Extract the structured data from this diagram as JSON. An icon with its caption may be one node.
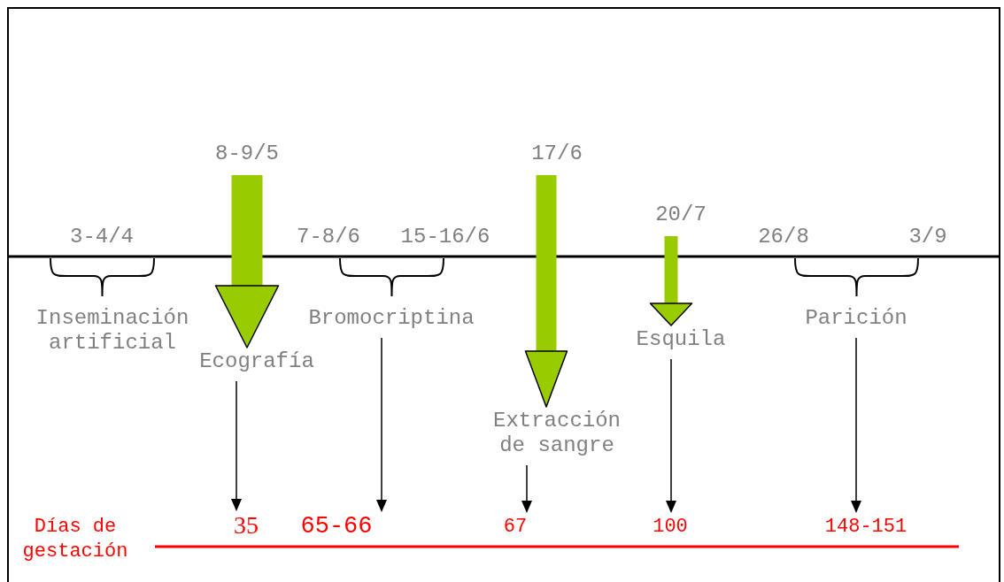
{
  "diagram": {
    "nodes": [
      {
        "text": [
          "8-9/5"
        ]
      },
      {
        "text": [
          "Ecografía"
        ]
      },
      {
        "text": [
          "35"
        ]
      },
      {
        "text": [
          "Bromocriptina"
        ]
      },
      {
        "text": [
          "65-66"
        ]
      },
      {
        "text": [
          "17/6"
        ]
      },
      {
        "text": [
          "Extracción de sangre"
        ]
      },
      {
        "text": [
          "67"
        ]
      },
      {
        "text": [
          "20/7"
        ]
      },
      {
        "text": [
          "Esquila"
        ]
      },
      {
        "text": [
          "100"
        ]
      },
      {
        "text": [
          "Parición"
        ]
      },
      {
        "text": [
          "148-151"
        ]
      }
    ],
    "edges": [
      {
        "from": 0,
        "to": 1,
        "arrow": "to",
        "style": "thick",
        "color": "#99cc00"
      },
      {
        "from": 1,
        "to": 2,
        "arrow": "to"
      },
      {
        "from": 3,
        "to": 4,
        "arrow": "to"
      },
      {
        "from": 5,
        "to": 6,
        "arrow": "to",
        "style": "thick",
        "color": "#99cc00"
      },
      {
        "from": 6,
        "to": 7,
        "arrow": "to"
      },
      {
        "from": 8,
        "to": 9,
        "arrow": "to",
        "style": "thick",
        "color": "#99cc00"
      },
      {
        "from": 9,
        "to": 10,
        "arrow": "to"
      },
      {
        "from": 11,
        "to": 12,
        "arrow": "to"
      }
    ],
    "labels": [
      "3-4/4",
      "7-8/6",
      "15-16/6",
      "26/8",
      "3/9",
      "Inseminación artificial",
      "Días de gestación"
    ]
  }
}
